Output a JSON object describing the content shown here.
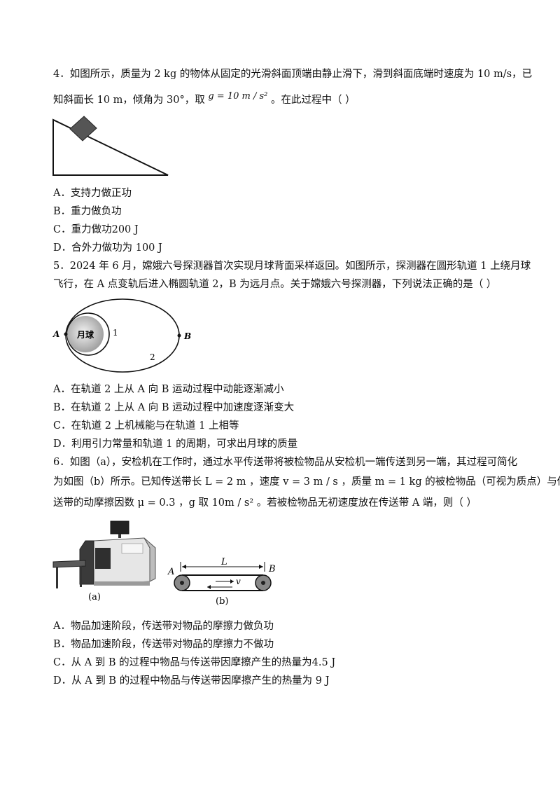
{
  "q4": {
    "line1": "4．如图所示，质量为 2  kg 的物体从固定的光滑斜面顶端由静止滑下，滑到斜面底端时速度为 10  m/s，已",
    "line2_a": "知斜面长 10  m，倾角为 30°，取 ",
    "line2_formula": "g = 10 m / s²",
    "line2_b": " 。在此过程中（          ）",
    "options": [
      "A．支持力做正功",
      "B．重力做负功",
      "C．重力做功200  J",
      "D．合外力做功为 100  J"
    ]
  },
  "q5": {
    "line1": "5．2024 年 6 月，嫦娥六号探测器首次实现月球背面采样返回。如图所示，探测器在圆形轨道 1 上绕月球",
    "line2": "飞行，在 A 点变轨后进入椭圆轨道 2，B 为远月点。关于嫦娥六号探测器，下列说法正确的是（          ）",
    "figure": {
      "moon": "月球",
      "label_a": "A",
      "label_b": "B",
      "orbit1": "1",
      "orbit2": "2"
    },
    "options": [
      "A．在轨道 2 上从 A 向 B 运动过程中动能逐渐减小",
      "B．在轨道 2 上从 A 向 B 运动过程中加速度逐渐变大",
      "C．在轨道 2 上机械能与在轨道 1 上相等",
      "D．利用引力常量和轨道 1 的周期，可求出月球的质量"
    ]
  },
  "q6": {
    "line1": "6．如图（a），安检机在工作时，通过水平传送带将被检物品从安检机一端传送到另一端，其过程可简化",
    "line2": "为如图（b）所示。已知传送带长 L = 2 m ，速度 v = 3 m / s ，质量 m = 1 kg 的被检物品（可视为质点）与传",
    "line3": "送带的动摩擦因数 μ = 0.3 ，g 取 10m / s² 。若被检物品无初速度放在传送带 A 端，则（          ）",
    "figure": {
      "caption_a": "(a)",
      "caption_b": "(b)",
      "label_L": "L",
      "label_v": "v",
      "label_A": "A",
      "label_B": "B"
    },
    "options": [
      "A．物品加速阶段，传送带对物品的摩擦力做负功",
      "B．物品加速阶段，传送带对物品的摩擦力不做功",
      "C．从 A 到 B 的过程中物品与传送带因摩擦产生的热量为4.5  J",
      "D．从 A 到 B 的过程中物品与传送带因摩擦产生的热量为 9  J"
    ]
  }
}
